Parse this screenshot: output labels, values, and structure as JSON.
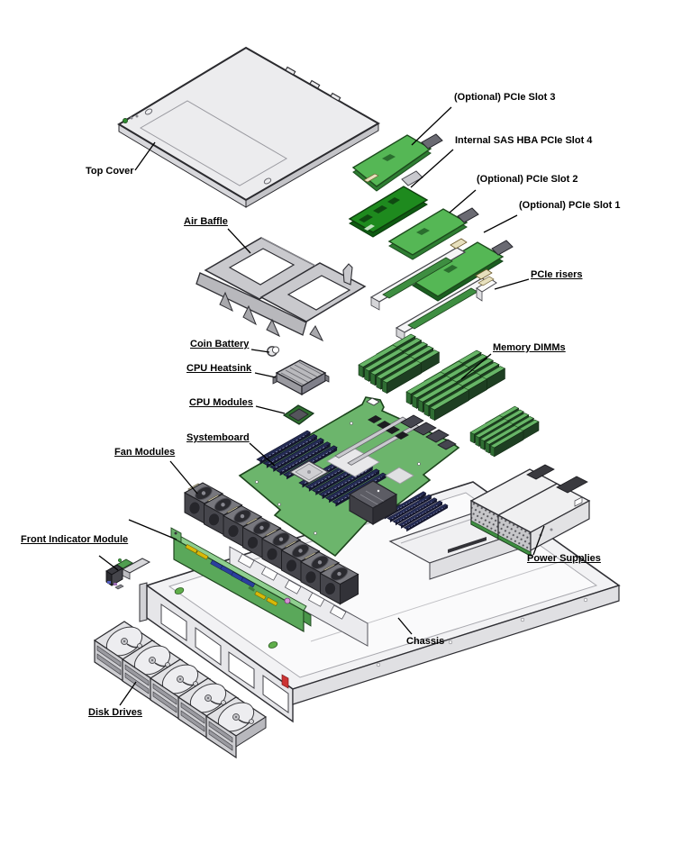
{
  "diagram": {
    "type": "exploded-view-server-diagram",
    "callouts": [
      {
        "id": "top_cover",
        "text": "Top Cover",
        "underlined": false
      },
      {
        "id": "pcie_slot_3",
        "text": "(Optional) PCIe Slot 3",
        "underlined": false
      },
      {
        "id": "sas_hba_slot_4",
        "text": "Internal SAS HBA PCIe Slot 4",
        "underlined": false
      },
      {
        "id": "pcie_slot_2",
        "text": "(Optional) PCIe Slot 2",
        "underlined": false
      },
      {
        "id": "pcie_slot_1",
        "text": "(Optional) PCIe Slot 1",
        "underlined": false
      },
      {
        "id": "air_baffle",
        "text": "Air Baffle",
        "underlined": true
      },
      {
        "id": "pcie_risers",
        "text": "PCIe risers",
        "underlined": true
      },
      {
        "id": "coin_battery",
        "text": "Coin Battery",
        "underlined": true
      },
      {
        "id": "memory_dimms",
        "text": "Memory DIMMs",
        "underlined": true
      },
      {
        "id": "cpu_heatsink",
        "text": "CPU Heatsink",
        "underlined": true
      },
      {
        "id": "cpu_modules",
        "text": "CPU Modules",
        "underlined": true
      },
      {
        "id": "systemboard",
        "text": "Systemboard",
        "underlined": true
      },
      {
        "id": "fan_modules",
        "text": "Fan Modules",
        "underlined": true
      },
      {
        "id": "front_indicator_module",
        "text": "Front Indicator Module",
        "underlined": true
      },
      {
        "id": "power_supplies",
        "text": "Power Supplies",
        "underlined": true
      },
      {
        "id": "disk_drives",
        "text": "Disk Drives",
        "underlined": true
      },
      {
        "id": "chassis",
        "text": "Chassis",
        "underlined": false
      }
    ],
    "colors": {
      "background": "#ffffff",
      "label_color": "#000000",
      "line_color": "#000000",
      "pcb_green": "#6cb56c",
      "card_green": "#55b755",
      "sas_green": "#1e8a1e",
      "dimm_green": "#67b567",
      "metal_light": "#ececee",
      "metal_mid": "#c9c9cd",
      "fan_dark": "#3f3f44",
      "beige": "#e7e0bd",
      "connector_yellow": "#d8b808",
      "connector_blue": "#2b3f9e"
    }
  }
}
